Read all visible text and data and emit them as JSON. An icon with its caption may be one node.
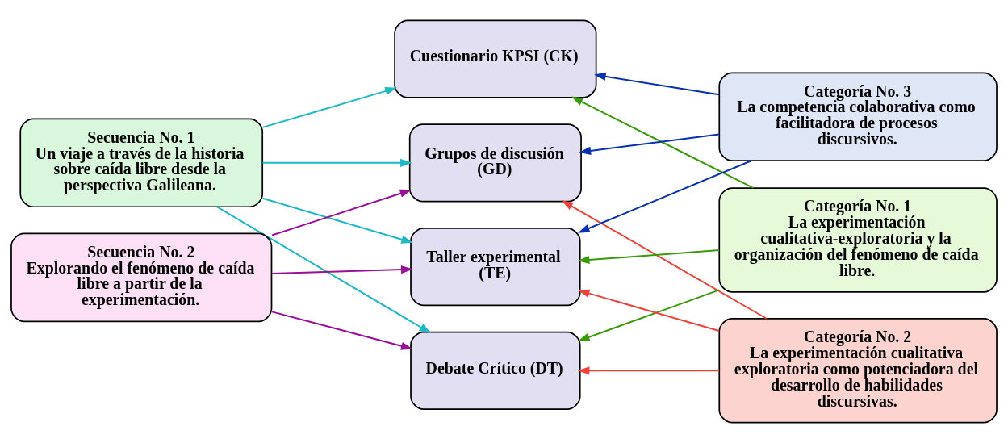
{
  "diagram": {
    "nodes": [
      {
        "text": [
          "Secuencia No. 1",
          "Un viaje a través de la historia sobre caída libre desde la perspectiva Galileana."
        ]
      },
      {
        "text": [
          "Secuencia No. 2",
          "Explorando el fenómeno de caída libre a partir de la experimentación."
        ]
      },
      {
        "text": [
          "Cuestionario KPSI (CK)"
        ]
      },
      {
        "text": [
          "Grupos de discusión (GD)"
        ]
      },
      {
        "text": [
          "Debate Crítico (DT)"
        ]
      },
      {
        "text": [
          "Taller experimental (TE)"
        ]
      },
      {
        "text": [
          "Categoría No. 1",
          "La experimentación cualitativa-exploratoria y la organización del fenómeno de caída libre."
        ]
      },
      {
        "text": [
          "Categoría No. 2",
          "La experimentación cualitativa exploratoria como potenciadora del desarrollo de habilidades discursivas."
        ]
      },
      {
        "text": [
          "Categoría No. 3",
          "La competencia colaborativa como facilitadora de procesos discursivos."
        ]
      }
    ],
    "edges": [
      {
        "from": 0,
        "to": 2,
        "arrow": "to",
        "color": "#1fb8c3"
      },
      {
        "from": 0,
        "to": 3,
        "arrow": "to",
        "color": "#1fb8c3"
      },
      {
        "from": 0,
        "to": 4,
        "arrow": "to",
        "color": "#1fb8c3"
      },
      {
        "from": 0,
        "to": 5,
        "arrow": "to",
        "color": "#1fb8c3"
      },
      {
        "from": 1,
        "to": 3,
        "arrow": "to",
        "color": "#9b0f96"
      },
      {
        "from": 1,
        "to": 4,
        "arrow": "to",
        "color": "#9b0f96"
      },
      {
        "from": 1,
        "to": 5,
        "arrow": "to",
        "color": "#9b0f96"
      },
      {
        "from": 6,
        "to": 2,
        "arrow": "to",
        "color": "#3a9a0a"
      },
      {
        "from": 6,
        "to": 4,
        "arrow": "to",
        "color": "#3a9a0a"
      },
      {
        "from": 6,
        "to": 5,
        "arrow": "to",
        "color": "#3a9a0a"
      },
      {
        "from": 7,
        "to": 3,
        "arrow": "to",
        "color": "#f0413a"
      },
      {
        "from": 7,
        "to": 4,
        "arrow": "to",
        "color": "#f0413a"
      },
      {
        "from": 7,
        "to": 5,
        "arrow": "to",
        "color": "#f0413a"
      },
      {
        "from": 8,
        "to": 2,
        "arrow": "to",
        "color": "#0a2fb0"
      },
      {
        "from": 8,
        "to": 3,
        "arrow": "to",
        "color": "#0a2fb0"
      },
      {
        "from": 8,
        "to": 5,
        "arrow": "to",
        "color": "#0a2fb0"
      }
    ]
  }
}
